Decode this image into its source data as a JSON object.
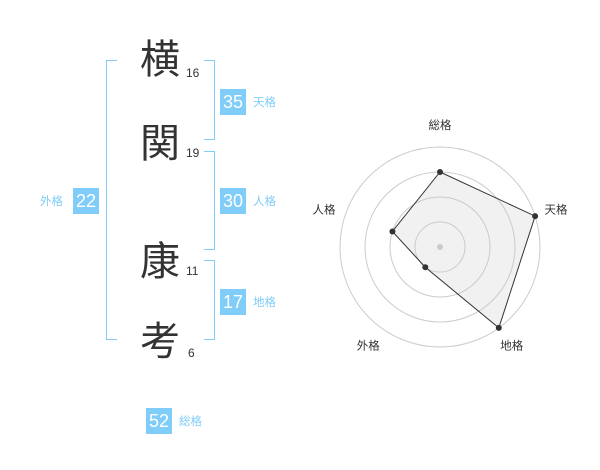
{
  "name": {
    "chars": [
      {
        "char": "横",
        "strokes": "16"
      },
      {
        "char": "関",
        "strokes": "19"
      },
      {
        "char": "康",
        "strokes": "11"
      },
      {
        "char": "考",
        "strokes": "6"
      }
    ]
  },
  "kaku": {
    "tenkaku": {
      "value": "35",
      "label": "天格"
    },
    "jinkaku": {
      "value": "30",
      "label": "人格"
    },
    "chikaku": {
      "value": "17",
      "label": "地格"
    },
    "gaikaku": {
      "value": "22",
      "label": "外格"
    },
    "soukaku": {
      "value": "52",
      "label": "総格"
    }
  },
  "colors": {
    "accent": "#7fcdf8",
    "text": "#333333",
    "grid": "#cccccc"
  },
  "chart_data": {
    "type": "radar",
    "axes": [
      "総格",
      "天格",
      "地格",
      "外格",
      "人格"
    ],
    "max": 4,
    "values": [
      3,
      4,
      4,
      1,
      2
    ]
  }
}
